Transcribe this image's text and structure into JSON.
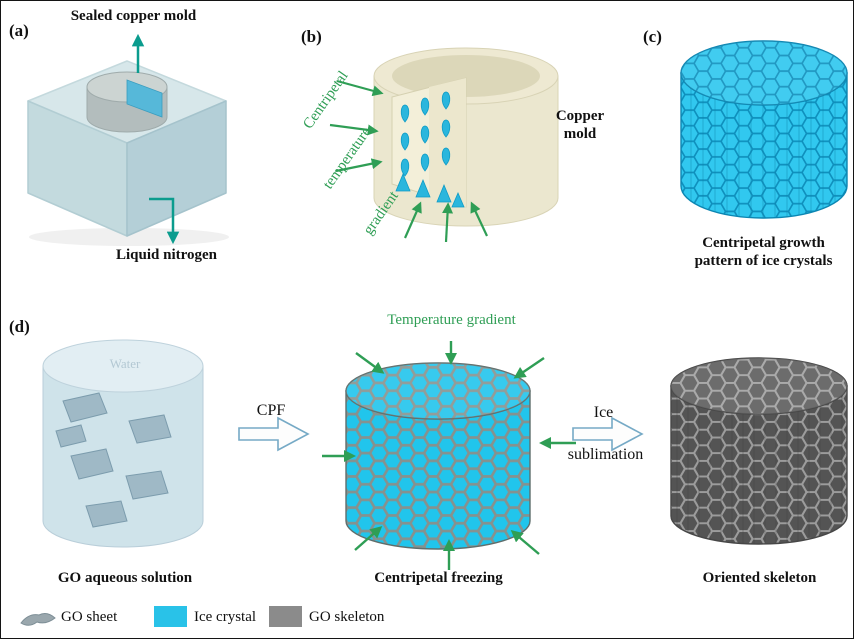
{
  "panel_a": {
    "label": "(a)",
    "mold_label": "Sealed copper mold",
    "nitrogen_label": "Liquid nitrogen"
  },
  "panel_b": {
    "label": "(b)",
    "gradient_words": [
      "Centripetal",
      "temperature",
      "gradient"
    ],
    "mold_label_line1": "Copper",
    "mold_label_line2": "mold"
  },
  "panel_c": {
    "label": "(c)",
    "caption_line1": "Centripetal growth",
    "caption_line2": "pattern of ice crystals"
  },
  "panel_d": {
    "label": "(d)",
    "water_label": "Water",
    "solution_caption": "GO aqueous solution",
    "cpf_label": "CPF",
    "temperature_gradient_label": "Temperature gradient",
    "freezing_caption": "Centripetal freezing",
    "sublimation_line1": "Ice",
    "sublimation_line2": "sublimation",
    "skeleton_caption": "Oriented skeleton"
  },
  "legend": {
    "go_sheet_label": "GO sheet",
    "ice_crystal_label": "Ice crystal",
    "go_skeleton_label": "GO skeleton"
  },
  "colors": {
    "ice_cyan": "#29c2e8",
    "skeleton_gray": "#8b8b8b",
    "go_sheet_gray": "#9aa7ad",
    "green_arrow": "#2f9e55",
    "teal_arrow": "#0b9c8e",
    "copper_cream": "#ece8d0"
  }
}
